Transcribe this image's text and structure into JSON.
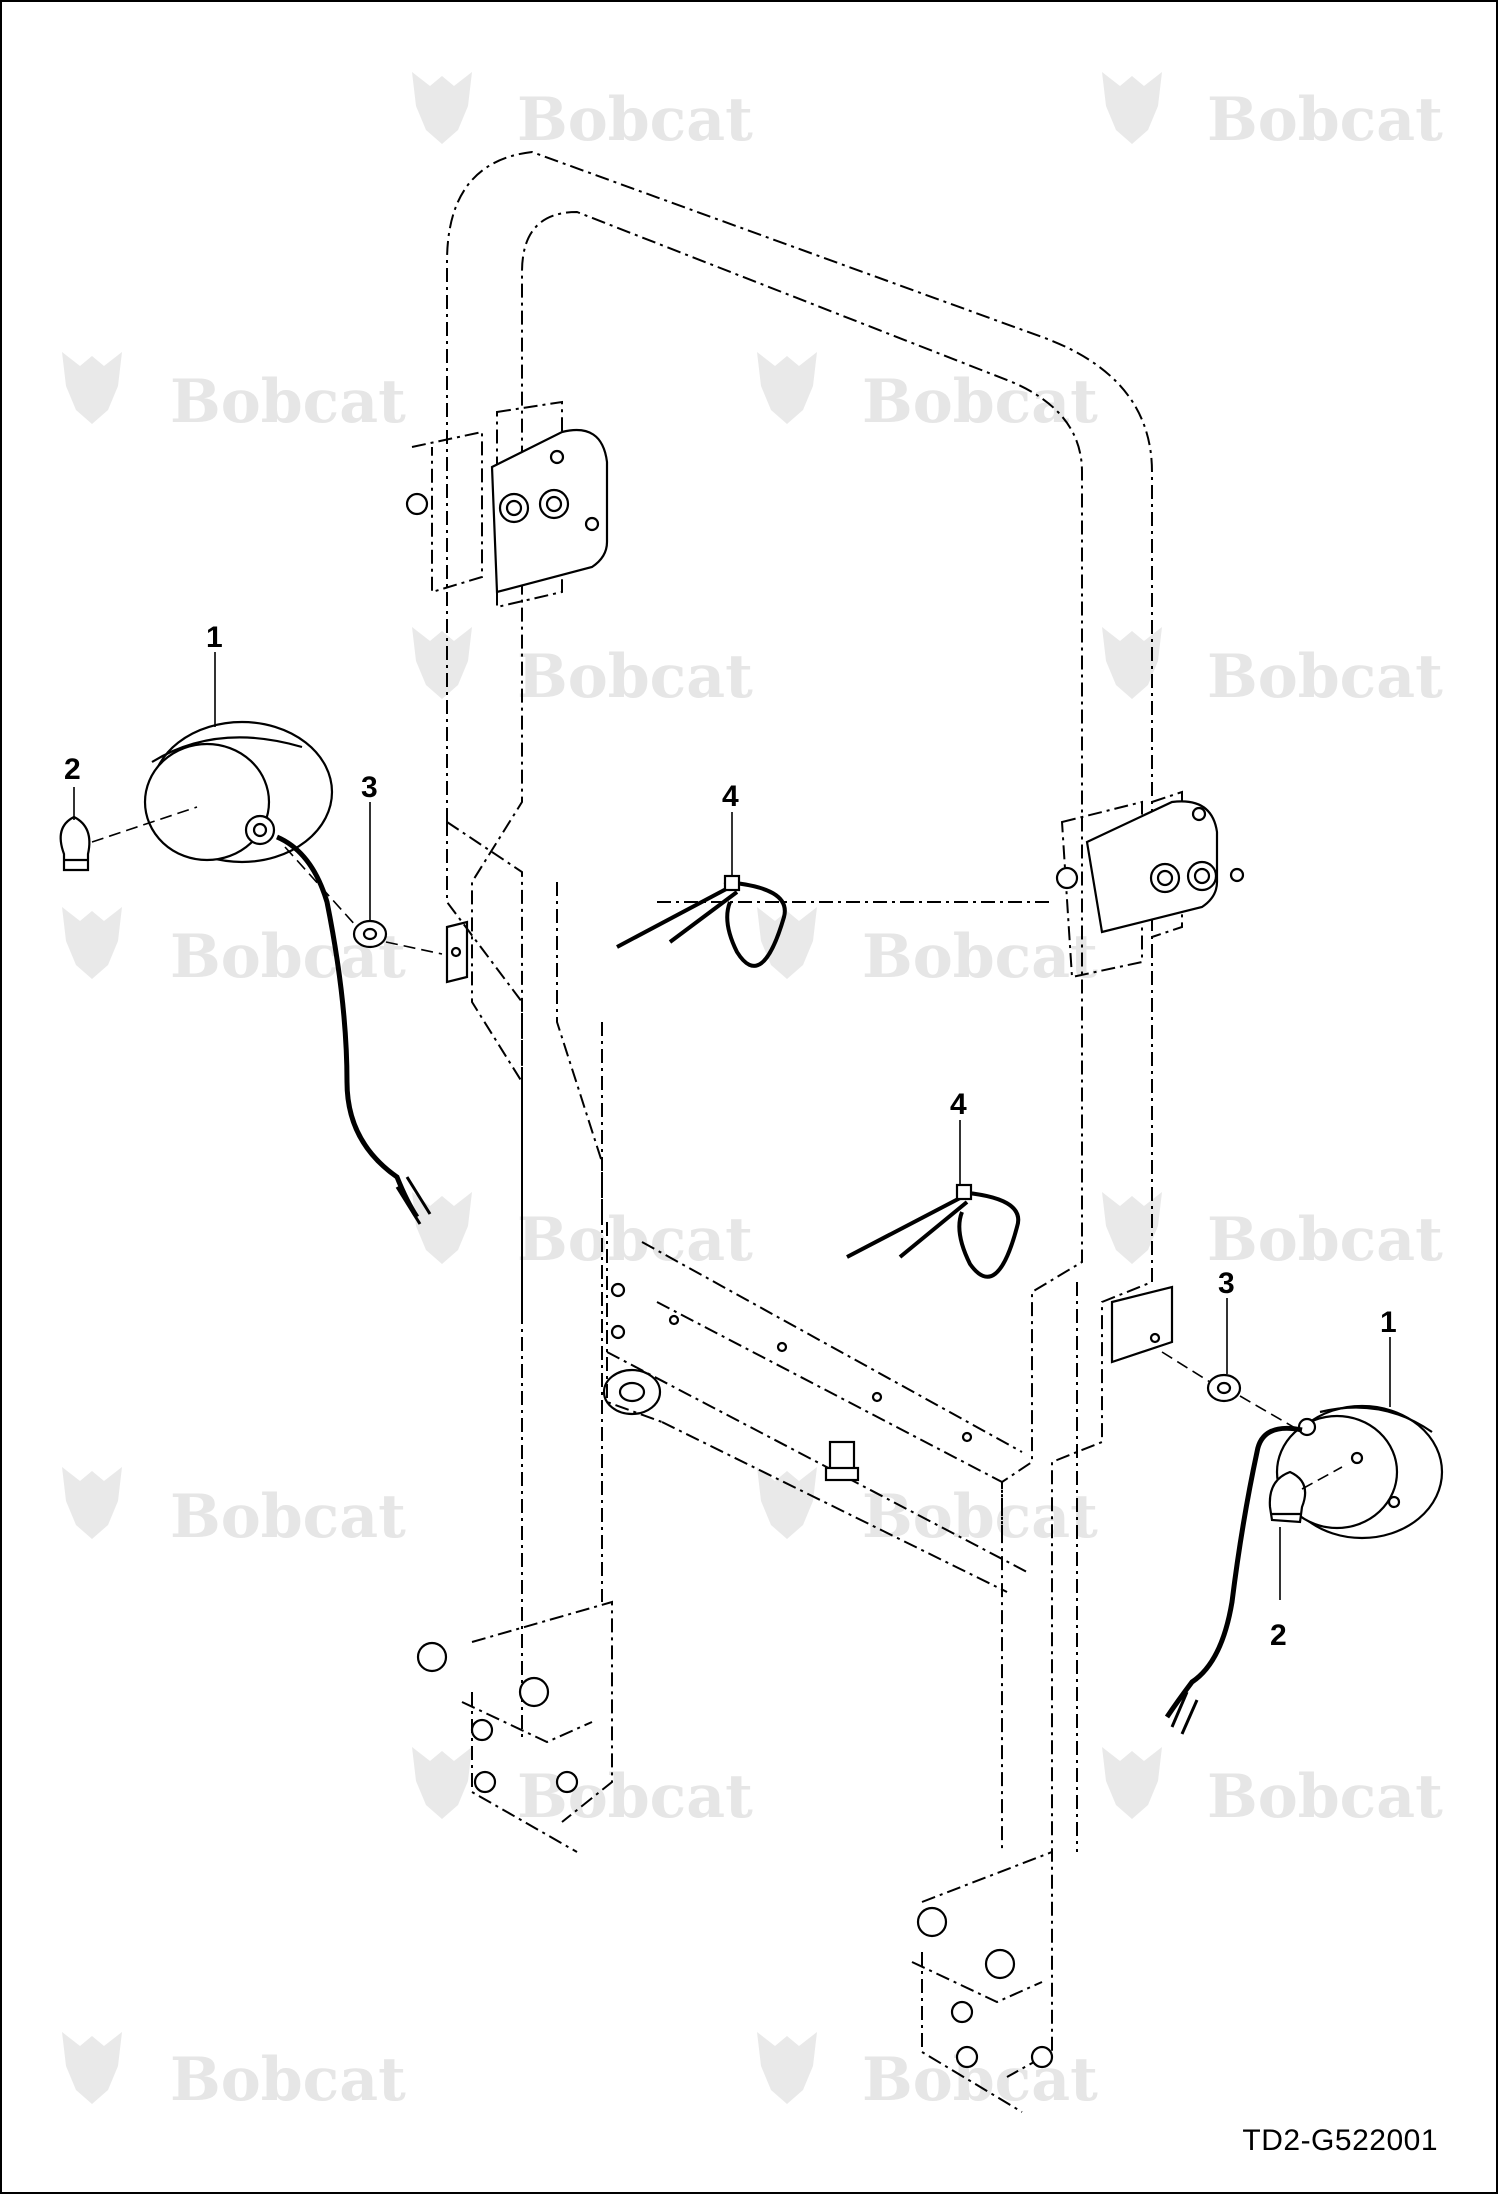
{
  "watermark": {
    "text": "Bobcat"
  },
  "callouts": {
    "c1_left": "1",
    "c2_left": "2",
    "c3_left": "3",
    "c4_upper": "4",
    "c4_lower": "4",
    "c3_right": "3",
    "c1_right": "1",
    "c2_right": "2"
  },
  "drawing_code": "TD2-G522001"
}
